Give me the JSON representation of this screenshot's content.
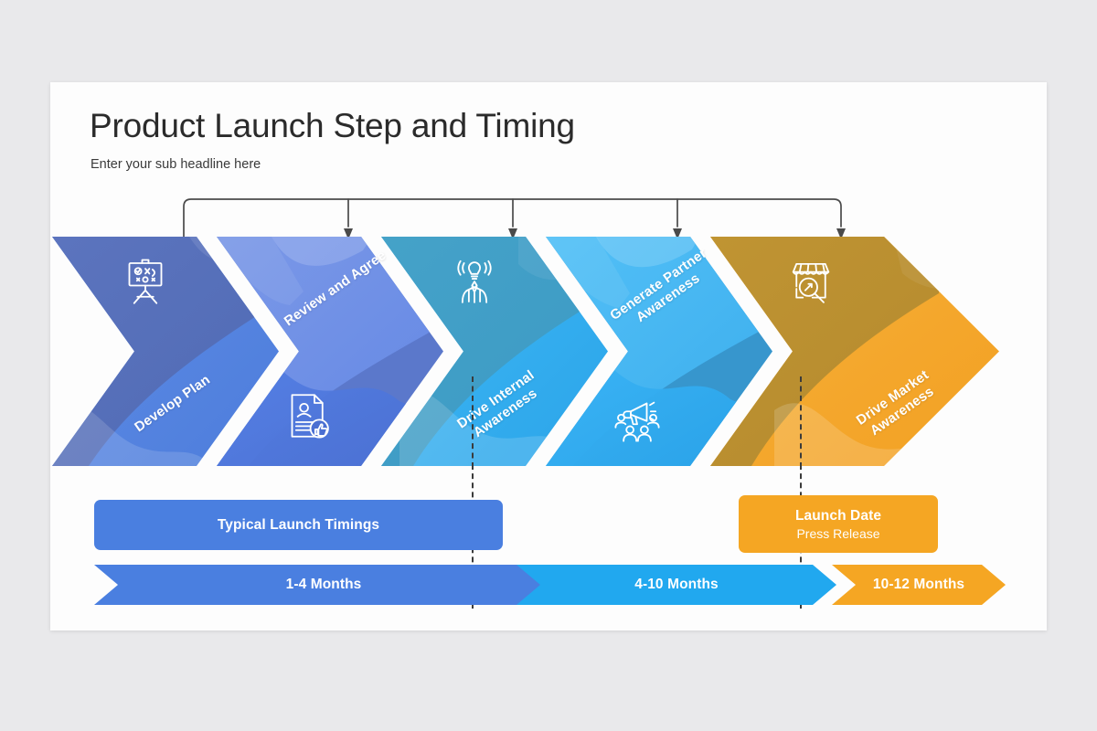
{
  "slide": {
    "title": "Product Launch Step and Timing",
    "subtitle": "Enter your sub headline here"
  },
  "colors": {
    "background": "#e9e9eb",
    "card": "#fdfdfd",
    "step1_dark": "#5a73bd",
    "step1_main": "#5585e2",
    "step2_dark": "#5270c9",
    "step2_main": "#4e7ae0",
    "step3_dark": "#3c9cc4",
    "step3_main": "#36b3f2",
    "step4_dark": "#3095ce",
    "step4_main": "#31abef",
    "step5_dark": "#bf9231",
    "step5_main": "#f4a72c",
    "timing_blue": "#4a7fe0",
    "timing_lightblue": "#21a8ef",
    "timing_orange": "#f5a623",
    "connector_line": "#4a4a4a",
    "dashed_line": "#3b3b3b"
  },
  "steps": [
    {
      "id": "develop-plan",
      "label": "Develop Plan",
      "icon": "easel-strategy-board-icon",
      "color_dark": "#5a73bd",
      "color_main": "#5585e2"
    },
    {
      "id": "review-and-agree",
      "label": "Review and Agree",
      "icon": "document-approval-thumbsup-icon",
      "color_dark": "#5270c9",
      "color_main": "#4e7ae0"
    },
    {
      "id": "drive-internal-awareness",
      "label": "Drive Internal\nAwareness",
      "icon": "idea-broadcast-person-icon",
      "color_dark": "#3c9cc4",
      "color_main": "#36b3f2"
    },
    {
      "id": "generate-partner-awareness",
      "label": "Generate Partner\nAwareness",
      "icon": "megaphone-audience-icon",
      "color_dark": "#3095ce",
      "color_main": "#31abef"
    },
    {
      "id": "drive-market-awareness",
      "label": "Drive Market\nAwareness",
      "icon": "storefront-search-icon",
      "color_dark": "#bf9231",
      "color_main": "#f4a72c"
    }
  ],
  "timings": {
    "legend_label": "Typical Launch Timings",
    "launch_marker": {
      "line1": "Launch Date",
      "line2": "Press Release"
    },
    "bands": [
      {
        "id": "band-1-4-months",
        "label": "1-4 Months",
        "color": "#4a7fe0"
      },
      {
        "id": "band-4-10-months",
        "label": "4-10 Months",
        "color": "#21a8ef"
      },
      {
        "id": "band-10-12-months",
        "label": "10-12 Months",
        "color": "#f5a623"
      }
    ]
  },
  "connectors": {
    "count": 5,
    "arrow_heads": 4
  }
}
